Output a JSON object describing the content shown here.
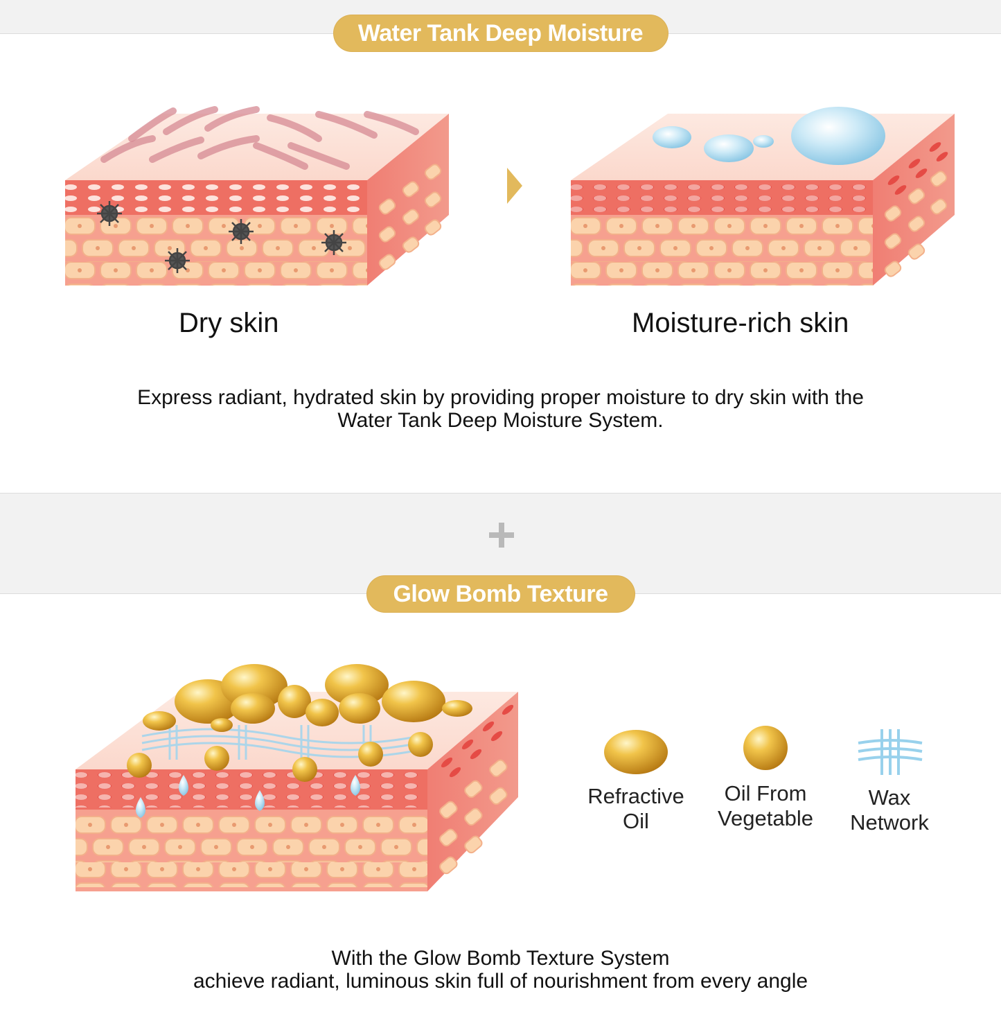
{
  "section1": {
    "badge": "Water Tank Deep Moisture",
    "before_caption": "Dry skin",
    "after_caption": "Moisture-rich skin",
    "description_line1": "Express radiant, hydrated skin by providing proper moisture to dry skin with the",
    "description_line2": "Water Tank Deep Moisture System."
  },
  "separator_icon": "plus-icon",
  "section2": {
    "badge": "Glow Bomb Texture",
    "legend": [
      {
        "line1": "Refractive",
        "line2": "Oil",
        "icon": "oil-capsule-icon"
      },
      {
        "line1": "Oil From",
        "line2": "Vegetable",
        "icon": "oil-drop-icon"
      },
      {
        "line1": "Wax",
        "line2": "Network",
        "icon": "wax-network-icon"
      }
    ],
    "description_line1": "With the Glow Bomb Texture System",
    "description_line2": "achieve radiant, luminous skin full of nourishment from every angle"
  },
  "colors": {
    "badge": "#e2b95c",
    "skin_top": "#fbe3da",
    "skin_layer": "#f08a7e",
    "cell": "#fbd3ac",
    "water": "#bfe3f5",
    "gold": "#e7b43a"
  }
}
